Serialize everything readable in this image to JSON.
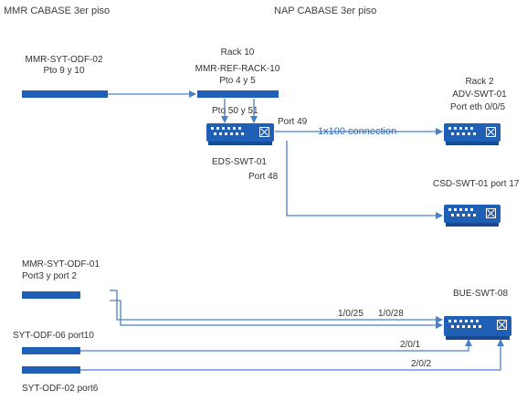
{
  "headers": {
    "left": "MMR CABASE 3er piso",
    "right": "NAP CABASE 3er piso"
  },
  "nodes": {
    "odf02": {
      "name": "MMR-SYT-ODF-02",
      "ports": "Pto 9 y 10"
    },
    "rack10": {
      "rack": "Rack 10",
      "name": "MMR-REF-RACK-10",
      "ports": "Pto 4 y 5"
    },
    "eds": {
      "name": "EDS-SWT-01",
      "uplink_ports": "Pto 50 y 51",
      "port_a": "Port 49",
      "port_b": "Port 48"
    },
    "adv": {
      "rack": "Rack 2",
      "name": "ADV-SWT-01",
      "port": "Port eth 0/0/5"
    },
    "csd": {
      "name": "CSD-SWT-01 port 17"
    },
    "odf01": {
      "name": "MMR-SYT-ODF-01",
      "ports": "Port3 y port 2"
    },
    "odf06": {
      "name": "SYT-ODF-06 port10"
    },
    "odf02b": {
      "name": "SYT-ODF-02 port6"
    },
    "bue": {
      "name": "BUE-SWT-08"
    }
  },
  "links": {
    "connection": "1x100 connection",
    "p1": "1/0/25",
    "p2": "1/0/28",
    "p3": "2/0/1",
    "p4": "2/0/2"
  },
  "colors": {
    "device": "#1f5fb5",
    "wire": "#4a80c8",
    "text": "#333333",
    "link_text": "#2e6fbf"
  }
}
